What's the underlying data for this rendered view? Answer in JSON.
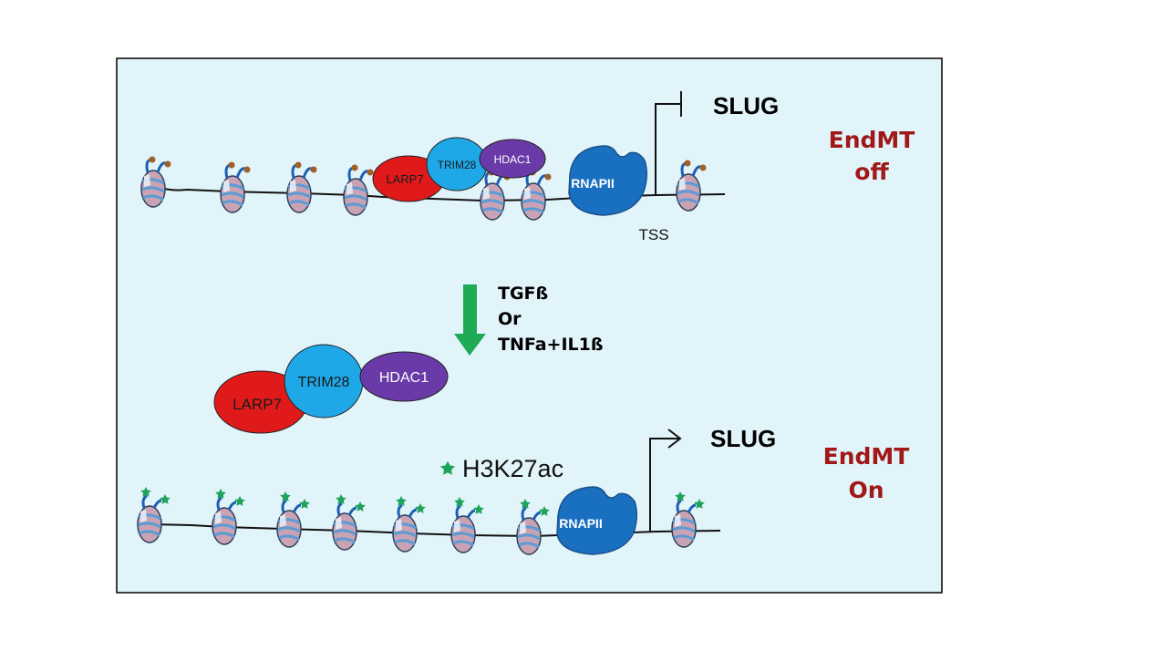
{
  "top": {
    "gene_label": "SLUG",
    "tss_label": "TSS",
    "state_line1": "EndMT",
    "state_line2": "off",
    "complex": {
      "larp7": "LARP7",
      "trim28": "TRIM28",
      "hdac1": "HDAC1"
    },
    "polymerase": "RNAPII"
  },
  "treatment": {
    "line1": "TGFß",
    "line2": "Or",
    "line3": "TNFa+IL1ß"
  },
  "released_complex": {
    "larp7": "LARP7",
    "trim28": "TRIM28",
    "hdac1": "HDAC1"
  },
  "legend": {
    "mark_label": "H3K27ac"
  },
  "bottom": {
    "gene_label": "SLUG",
    "state_line1": "EndMT",
    "state_line2": "On",
    "polymerase": "RNAPII"
  },
  "colors": {
    "panel_bg": "#e1f4fa",
    "larp7": "#e01a1a",
    "trim28": "#1fa8e8",
    "hdac1": "#6a3aa8",
    "rnapii": "#1a70c0",
    "arrow": "#1faa55",
    "state_text": "#a01818",
    "acetyl_mark": "#1fa35a",
    "nucleosome_body": "#c9a3b4"
  },
  "icons": {
    "repressed_nucleosome": "nucleosome-icon",
    "active_nucleosome": "acetylated-nucleosome-icon",
    "mark": "star-icon",
    "promoter_off": "blocked-promoter-icon",
    "promoter_on": "active-promoter-arrow-icon"
  }
}
